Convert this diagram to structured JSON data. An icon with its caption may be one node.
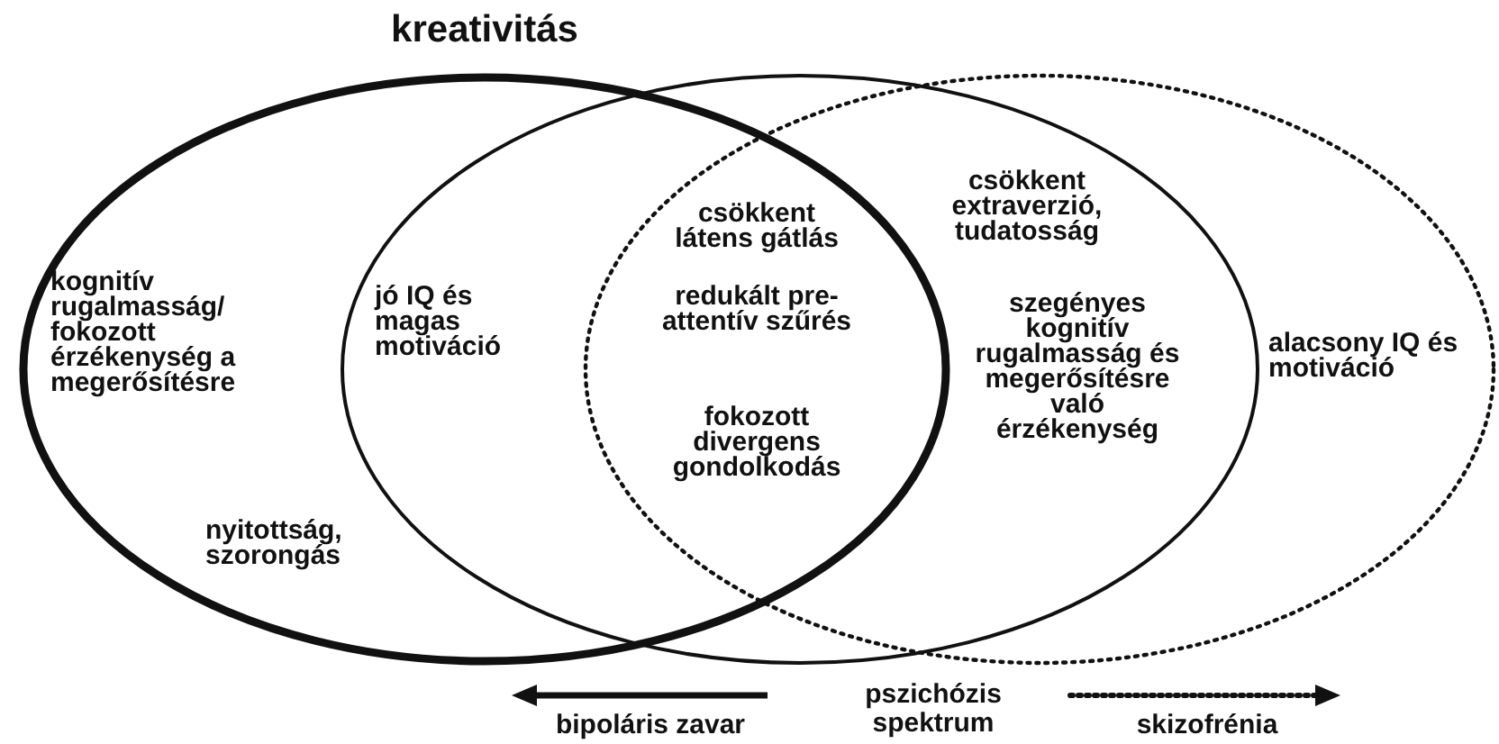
{
  "diagram": {
    "nodes": [
      {
        "text": [
          "kreativitás"
        ]
      },
      {
        "text": [],
        "shape": "ellipse"
      },
      {
        "text": [],
        "shape": "ellipse"
      }
    ],
    "labels": [
      "kognitív rugalmasság/ fokozott érzékenység a megerősítésre",
      "jó IQ és magas motiváció",
      "csökkent látens gátlás",
      "csökkent extraverzió, tudatosság",
      "redukált pre-attentív szűrés",
      "szegényes kognitív rugalmasság és megerősítésre való érzékenység",
      "alacsony IQ és motiváció",
      "fokozott divergens gondolkodás",
      "nyitottság, szorongás",
      "pszichózis spektrum",
      "bipoláris zavar",
      "skizofrénia"
    ]
  }
}
